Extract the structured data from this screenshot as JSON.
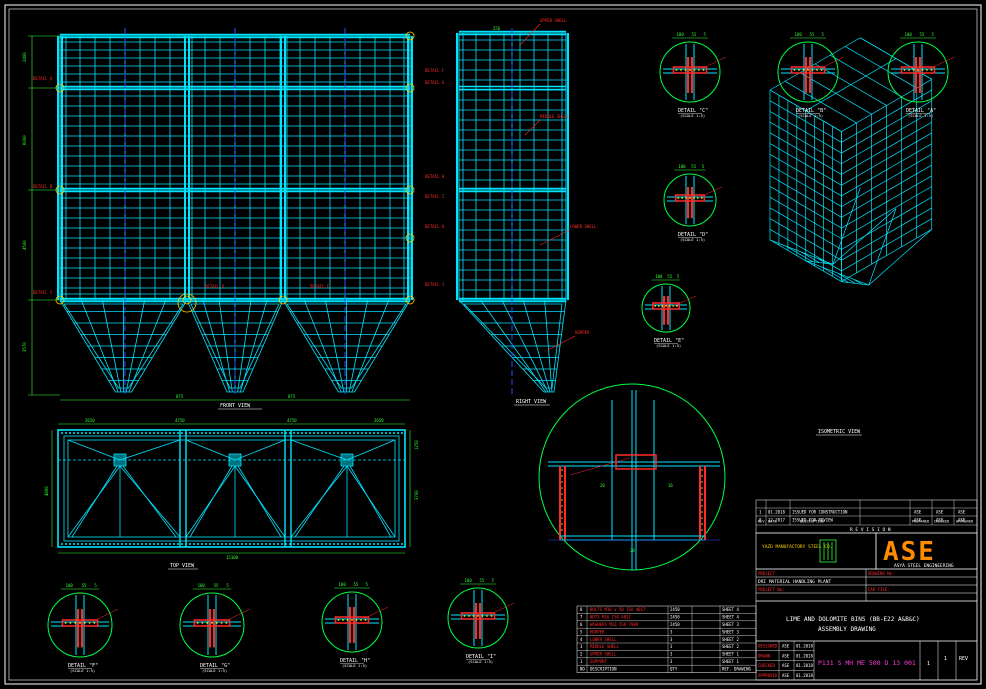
{
  "views": {
    "front": "FRONT VIEW",
    "right": "RIGHT VIEW",
    "top": "TOP VIEW",
    "isometric": "ISOMETRIC VIEW"
  },
  "callouts": {
    "upper_shell": "UPPER SHELL",
    "middle_shell": "MIDDLE SHELL",
    "lower_shell": "LOWER SHELL",
    "hopper": "HOPPER"
  },
  "detail_tags": [
    "DETAIL A",
    "DETAIL B",
    "DETAIL C",
    "DETAIL D",
    "DETAIL E",
    "DETAIL F",
    "DETAIL G",
    "DETAIL H",
    "DETAIL I",
    "DETAIL J",
    "DETAIL K"
  ],
  "details": [
    {
      "title": "DETAIL \"C\"",
      "scale": "(SCALE 1:5)"
    },
    {
      "title": "DETAIL \"B\"",
      "scale": "(SCALE 1:5)"
    },
    {
      "title": "DETAIL \"A\"",
      "scale": "(SCALE 1:5)"
    },
    {
      "title": "DETAIL \"D\"",
      "scale": "(SCALE 1:5)"
    },
    {
      "title": "DETAIL \"E\"",
      "scale": "(SCALE 1:5)"
    },
    {
      "title": "DETAIL \"F\"",
      "scale": "(SCALE 1:5)"
    },
    {
      "title": "DETAIL \"G\"",
      "scale": "(SCALE 1:5)"
    },
    {
      "title": "DETAIL \"H\"",
      "scale": "(SCALE 1:5)"
    },
    {
      "title": "DETAIL \"I\"",
      "scale": "(SCALE 1:5)"
    },
    {
      "title": "DETAIL \"J\"",
      "scale": "(SCALE 1:5)"
    }
  ],
  "dims": {
    "front_bottom_left": "875",
    "front_bottom_right": "875",
    "top_1": "2650",
    "top_2": "4750",
    "top_3": "4750",
    "top_4": "2650",
    "top_total": "15300",
    "top_depth": "4800",
    "top_depth_inner": "3700",
    "top_right": "1250",
    "right_top": "256",
    "c_100": "100",
    "c_55": "55",
    "c_5": "5",
    "c_20": "20",
    "c_16": "16"
  },
  "revisions": [
    {
      "rev": "1",
      "date": "01.2018",
      "desc": "ISSUED FOR CONSTRUCTION",
      "a": "ASE",
      "b": "ASE",
      "c": "ASE"
    },
    {
      "rev": "0",
      "date": "12.2017",
      "desc": "ISSUED FOR REVIEW",
      "a": "ASE",
      "b": "ASE",
      "c": "ASE"
    }
  ],
  "revision_header": {
    "rev": "REV",
    "date": "DATE",
    "desc": "DESCRIPTION",
    "prep": "PREPARED",
    "chk": "CHECKED",
    "appr": "APPROVED",
    "title": "R E V I S I O N"
  },
  "bom_rows": [
    {
      "no": "8",
      "desc": "BOLTS M16 x 50 ISO 4017",
      "qty": "2450",
      "ref": "SHEET 4"
    },
    {
      "no": "7",
      "desc": "NUTS M16 ISO 4032",
      "qty": "2450",
      "ref": "SHEET 4"
    },
    {
      "no": "6",
      "desc": "WASHERS M16 ISO 7089",
      "qty": "2450",
      "ref": "SHEET 3"
    },
    {
      "no": "5",
      "desc": "HOPPER",
      "qty": "3",
      "ref": "SHEET 3"
    },
    {
      "no": "4",
      "desc": "LOWER SHELL",
      "qty": "3",
      "ref": "SHEET 2"
    },
    {
      "no": "3",
      "desc": "MIDDLE SHELL",
      "qty": "3",
      "ref": "SHEET 2"
    },
    {
      "no": "2",
      "desc": "UPPER SHELL",
      "qty": "3",
      "ref": "SHEET 1"
    },
    {
      "no": "1",
      "desc": "SUPPORT",
      "qty": "3",
      "ref": "SHEET 1"
    }
  ],
  "bom_header": {
    "no": "NO",
    "desc": "DESCRIPTION",
    "qty": "QTY",
    "ref": "REF. DRAWING"
  },
  "title_block": {
    "client_name": "YAZD MANUFACTORY STEEL CO.",
    "company": "ASYA STEEL ENGINEERING",
    "logo_text": "ASE",
    "project_label": "PROJECT:",
    "project_value": "DRI MATERIAL HANDLING PLANT",
    "project_no_label": "PROJECT No:",
    "drawing_no_label": "DRAWING No:",
    "cad_file_label": "CAD FILE:",
    "main_title_1": "LIME AND DOLOMITE BINS (BB-E22 A&B&C)",
    "main_title_2": "ASSEMBLY DRAWING",
    "drawing_number": "P131 S MH ME 500 D 13 001",
    "sheet": "1",
    "rev_col": "1",
    "rev_col2": "REV",
    "sign_rows": [
      {
        "role": "DESIGNED",
        "name": "ASE",
        "date": "01.2018"
      },
      {
        "role": "DRAWN",
        "name": "ASE",
        "date": "01.2018"
      },
      {
        "role": "CHECKED",
        "name": "ASE",
        "date": "01.2018"
      },
      {
        "role": "APPROVED",
        "name": "ASE",
        "date": "01.2018"
      }
    ]
  },
  "colors": {
    "frame": "#00e5ff",
    "dim": "#33ff33",
    "detail_circle": "#00ff44",
    "red_member": "#ff2a2a",
    "border": "#ffffff",
    "blue_center": "#2a4bff",
    "text": "#ffffff"
  }
}
